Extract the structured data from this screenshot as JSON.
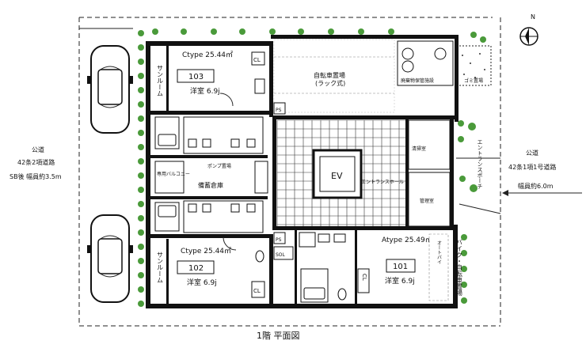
{
  "compass": {
    "north_label": "N"
  },
  "roads": {
    "left": {
      "line1": "公道",
      "line2": "42条2項道路",
      "line3": "SB後 幅員約3.5m"
    },
    "right": {
      "line1": "公道",
      "line2": "42条1項1号道路",
      "line3": "幅員約6.0m"
    }
  },
  "units": {
    "u103": {
      "type_area": "Ctype 25.44㎡",
      "number": "103",
      "room": "洋室 6.9j",
      "sunroom": "サンルーム"
    },
    "u102": {
      "type_area": "Ctype 25.44㎡",
      "number": "102",
      "room": "洋室 6.9j",
      "sunroom": "サンルーム"
    },
    "u101": {
      "type_area": "Atype 25.49㎡",
      "number": "101",
      "room": "洋室 6.9j"
    }
  },
  "labels": {
    "bicycle_parking": "自転車置場",
    "rack_type": "(ラック式)",
    "waste_storage": "廃棄物保管施設",
    "garbage": "ゴミ置場",
    "entrance_approach": "エントランスポーチ",
    "entrance_hall": "エントランスホール",
    "ev": "EV",
    "pump_room": "ポンプ置場",
    "storage": "備蓄倉庫",
    "balcony": "専用バルコニー",
    "cleaning": "清掃室",
    "management": "管理室",
    "bike_parking": "バイク・自転車置場",
    "motorcycle": "オートバイ",
    "ps": "PS",
    "sol": "SOL",
    "cl": "CL",
    "title": "1階 平面図"
  }
}
